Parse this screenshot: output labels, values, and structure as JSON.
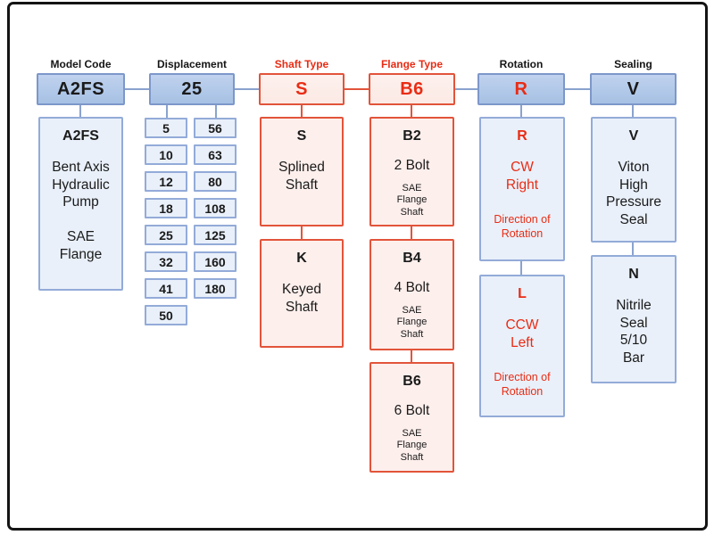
{
  "colors": {
    "red_text": "#e92c14",
    "red_border": "#e2543a",
    "blue_border": "#93abd8",
    "blue_border_dark": "#7d97c9",
    "blue_line": "#8aa3cf",
    "blue_fill": "#e9f0fa",
    "pink_fill": "#fdefec"
  },
  "columns": {
    "model_code": {
      "label": "Model Code",
      "code": "A2FS",
      "detail": {
        "code": "A2FS",
        "text": "Bent Axis\nHydraulic\nPump\n\nSAE\nFlange"
      }
    },
    "displacement": {
      "label": "Displacement",
      "code": "25",
      "options_left": [
        "5",
        "10",
        "12",
        "18",
        "25",
        "32",
        "41",
        "50"
      ],
      "options_right": [
        "56",
        "63",
        "80",
        "108",
        "125",
        "160",
        "180"
      ]
    },
    "shaft_type": {
      "label": "Shaft Type",
      "code": "S",
      "options": [
        {
          "code": "S",
          "text": "Splined\nShaft"
        },
        {
          "code": "K",
          "text": "Keyed\nShaft"
        }
      ]
    },
    "flange_type": {
      "label": "Flange Type",
      "code": "B6",
      "options": [
        {
          "code": "B2",
          "text": "2 Bolt",
          "small": "SAE\nFlange\nShaft"
        },
        {
          "code": "B4",
          "text": "4 Bolt",
          "small": "SAE\nFlange\nShaft"
        },
        {
          "code": "B6",
          "text": "6 Bolt",
          "small": "SAE\nFlange\nShaft"
        }
      ]
    },
    "rotation": {
      "label": "Rotation",
      "code": "R",
      "options": [
        {
          "code": "R",
          "text": "CW\nRight",
          "note": "Direction of\nRotation"
        },
        {
          "code": "L",
          "text": "CCW\nLeft",
          "note": "Direction of\nRotation"
        }
      ]
    },
    "sealing": {
      "label": "Sealing",
      "code": "V",
      "options": [
        {
          "code": "V",
          "text": "Viton\nHigh\nPressure\nSeal"
        },
        {
          "code": "N",
          "text": "Nitrile\nSeal\n5/10\nBar"
        }
      ]
    }
  }
}
